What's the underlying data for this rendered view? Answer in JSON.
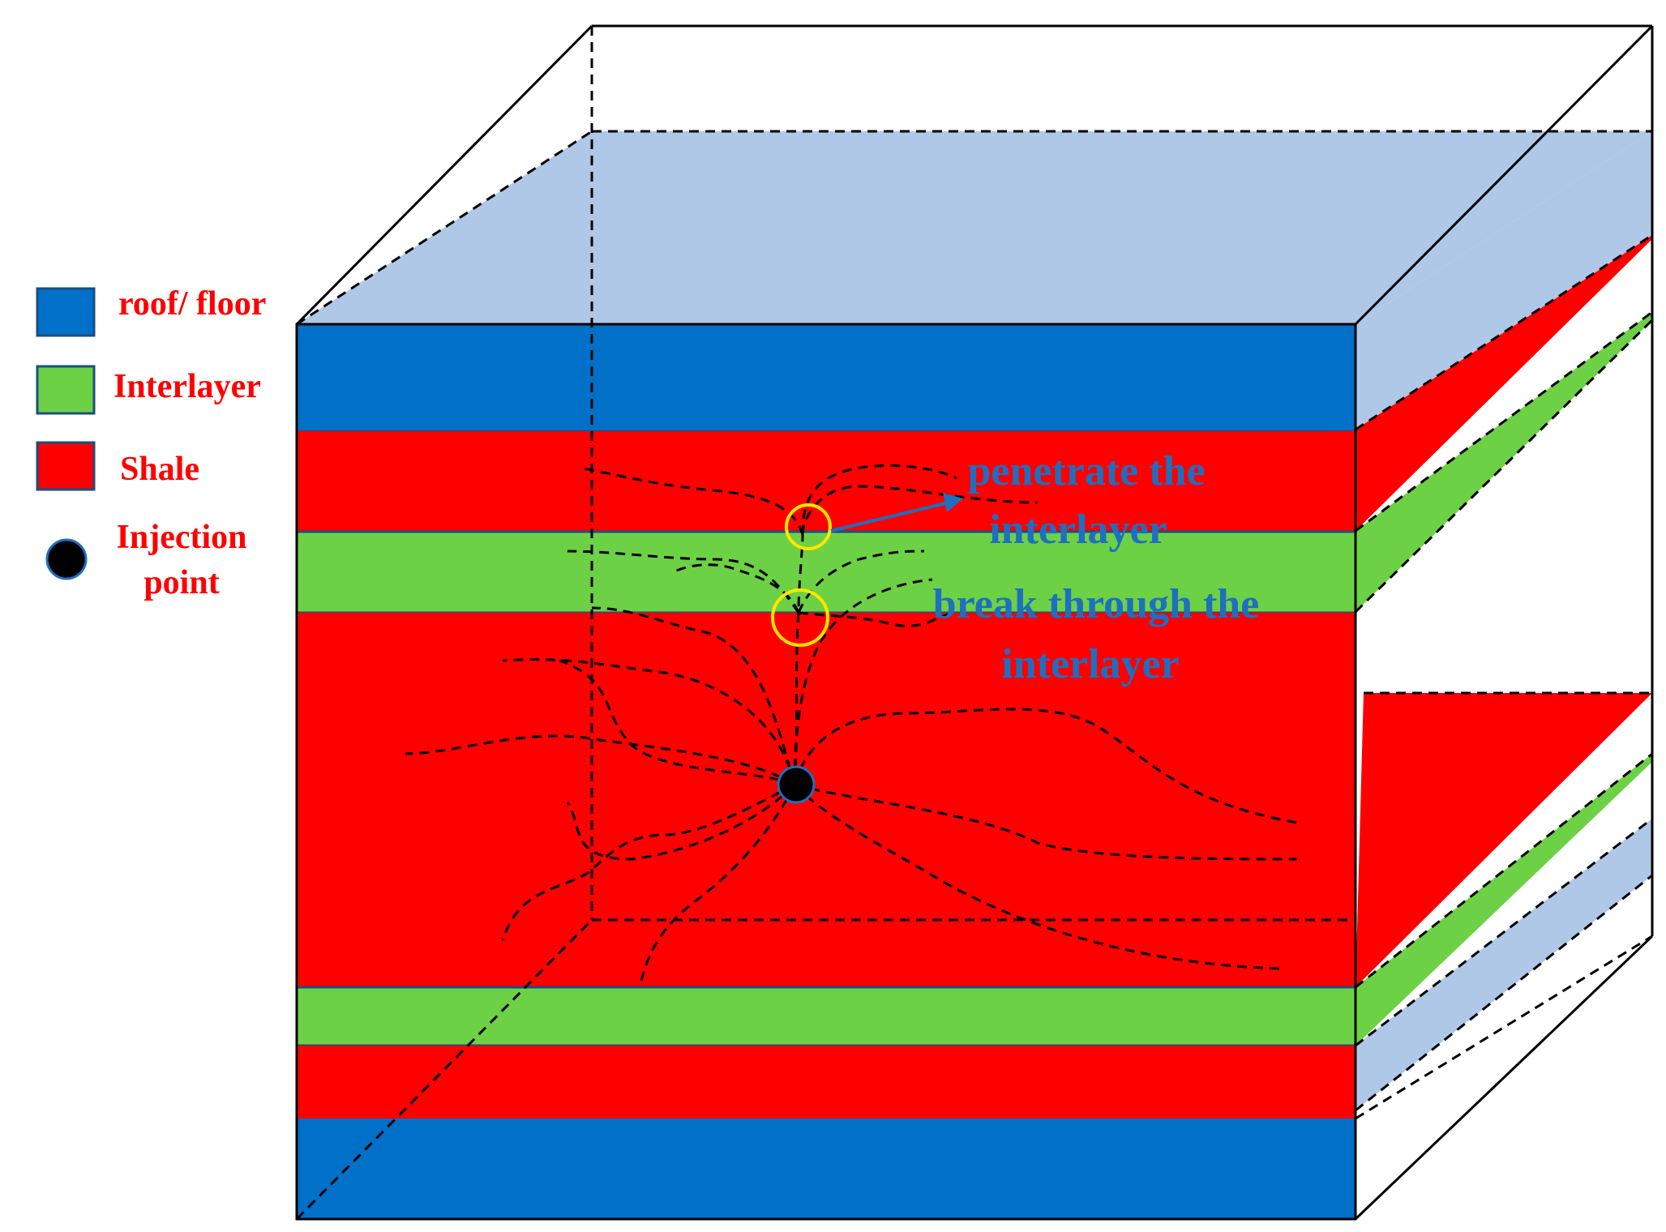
{
  "colors": {
    "roof_floor": "#0070c8",
    "interlayer": "#6dd145",
    "shale": "#ff0000",
    "light_blue": "#afc8e8",
    "injection": "#000000",
    "circle": "#ffe600",
    "annotation": "#1f6fc0",
    "legend_text": "#ff0000"
  },
  "legend": {
    "items": [
      {
        "label": "roof/ floor",
        "swatch": "roof_floor"
      },
      {
        "label": "Interlayer",
        "swatch": "interlayer"
      },
      {
        "label": "Shale",
        "swatch": "shale"
      }
    ],
    "injection": {
      "line1": "Injection",
      "line2": "point"
    }
  },
  "annotations": {
    "penetrate": {
      "line1": "penetrate the",
      "line2": "interlayer"
    },
    "break": {
      "line1": "break through the",
      "line2": "interlayer"
    }
  }
}
